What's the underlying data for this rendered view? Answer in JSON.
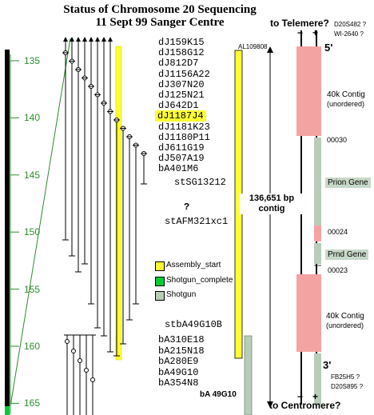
{
  "header": {
    "title_line1": "Status of Chromosome 20 Sequencing",
    "title_line2": "11 Sept 99 Sanger Centre"
  },
  "axis": {
    "ticks": [
      "135",
      "140",
      "145",
      "150",
      "155",
      "160",
      "165"
    ]
  },
  "clones_top": [
    "dJ159K15",
    "dJ158G12",
    "dJ812D7",
    "dJ1156A22",
    "dJ307N20",
    "dJ125N21",
    "dJ642D1",
    "dJ1187J4",
    "dJ1181K23",
    "dJ1180P11",
    "dJ611G19",
    "dJ507A19",
    "bA401M6"
  ],
  "clones_bottom": [
    "bA310E18",
    "bA215N18",
    "bA280E9",
    "bA49G10",
    "bA354N8"
  ],
  "highlight_clone": "dJ1187J4",
  "markers": {
    "accession": "AL109808",
    "stSG": "stSG13212",
    "question": "?",
    "stAFM": "stAFM321xc1",
    "stbA": "stbA49G10B",
    "ba_bold": "bA 49G10"
  },
  "contig": {
    "line1": "136,651 bp",
    "line2": "contig"
  },
  "legend": [
    {
      "label": "Assembly_start",
      "color": "#ffff33"
    },
    {
      "label": "Shotgun_complete",
      "color": "#00cc33"
    },
    {
      "label": "Shotgun",
      "color": "#b8ccb8"
    }
  ],
  "right_panel": {
    "telomere": "to Telemere?",
    "centromere": "to Centromere?",
    "minus": "−",
    "plus": "+",
    "top_markers_1": "D20S482 ?",
    "top_markers_2": "WI-2640 ?",
    "five_prime": "5'",
    "three_prime": "3'",
    "contig40k_top_1": "40k Contig",
    "contig40k_top_2": "(unordered)",
    "label_00030": "00030",
    "prion_gene": "Prion Gene",
    "label_00024": "00024",
    "prnd_gene": "Prnd Gene",
    "label_00023": "00023",
    "contig40k_bot_1": "40k Contig",
    "contig40k_bot_2": "(unordered)",
    "bottom_markers_1": "FB25H5 ?",
    "bottom_markers_2": "D20S895 ?"
  },
  "colors": {
    "axis_green": "#2e8b2e",
    "assembly_yellow": "#ffff33",
    "shotgun_grey": "#b8ccb8",
    "pink": "#f4a3a3",
    "shotgun_green": "#00cc33"
  }
}
